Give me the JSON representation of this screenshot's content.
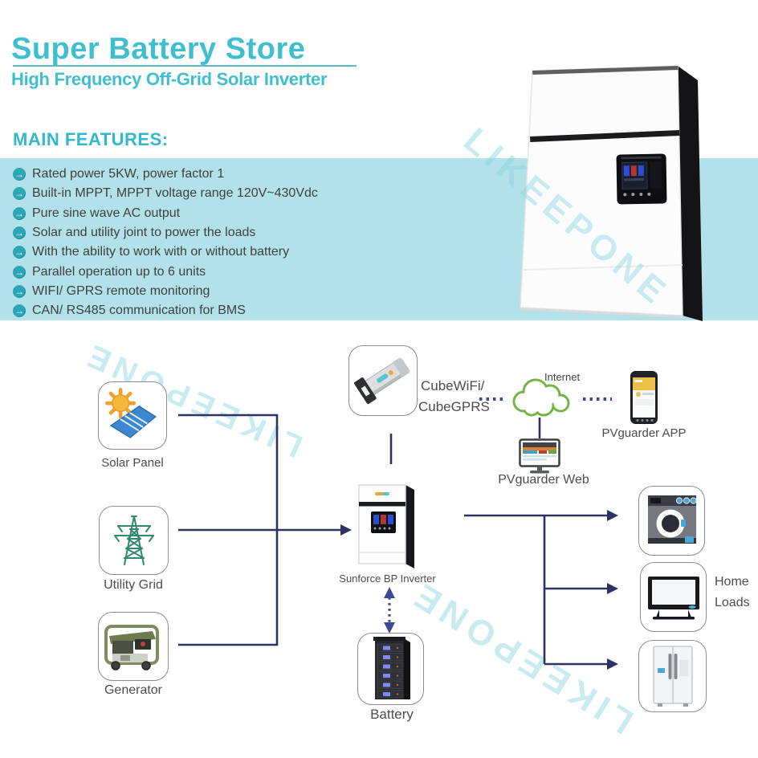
{
  "header": {
    "brand": "Super Battery Store",
    "subtitle": "High Frequency Off-Grid Solar Inverter"
  },
  "features": {
    "heading": "MAIN FEATURES:",
    "items": [
      "Rated power 5KW, power factor 1",
      "Built-in MPPT, MPPT voltage range 120V~430Vdc",
      "Pure sine wave AC output",
      "Solar and utility joint to power the loads",
      "With the ability to work with or without battery",
      "Parallel operation up to 6 units",
      "WIFI/ GPRS remote monitoring",
      "CAN/ RS485 communication for BMS"
    ]
  },
  "watermark": {
    "text": "LIKEEPONE"
  },
  "diagram": {
    "solar_label": "Solar Panel",
    "utility_label": "Utility Grid",
    "generator_label": "Generator",
    "cube_label_line1": "CubeWiFi/",
    "cube_label_line2": "CubeGPRS",
    "internet_label": "Internet",
    "app_label": "PVguarder APP",
    "web_label": "PVguarder Web",
    "inverter_label": "Sunforce BP Inverter",
    "battery_label": "Battery",
    "loads_label_line1": "Home",
    "loads_label_line2": "Loads"
  },
  "colors": {
    "accent_teal": "#3fbfcd",
    "band_teal": "#b3e1e9",
    "bullet_teal": "#2aa6b5",
    "wire_navy": "#2d3262",
    "dotted_blue": "#3c4a93",
    "cloud_green": "#72b544",
    "body_text": "#3f3f3f",
    "label_text": "#4c4c4c",
    "watermark_teal": "#8ad3dc"
  }
}
